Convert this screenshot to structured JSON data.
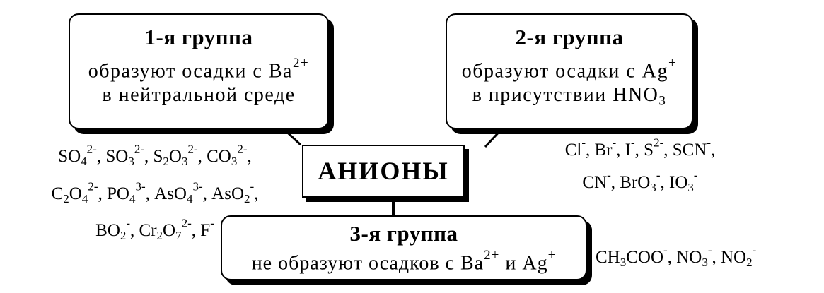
{
  "center": {
    "label": "АНИОНЫ"
  },
  "group1": {
    "title": "1-я группа",
    "line1": "образуют осадки с Ba",
    "line1_sup": "2+",
    "line2": "в нейтральной среде",
    "ions": [
      [
        [
          "SO",
          "4",
          "2-",
          ", "
        ],
        [
          "SO",
          "3",
          "2-",
          ", "
        ],
        [
          "S",
          "2",
          "",
          ""
        ],
        [
          "O",
          "3",
          "2-",
          ", "
        ],
        [
          "CO",
          "3",
          "2-",
          ","
        ]
      ],
      [
        [
          "C",
          "2",
          "",
          ""
        ],
        [
          "O",
          "4",
          "2-",
          ", "
        ],
        [
          "PO",
          "4",
          "3-",
          ", "
        ],
        [
          "AsO",
          "4",
          "3-",
          ", "
        ],
        [
          "AsO",
          "2",
          "-",
          ","
        ]
      ],
      [
        [
          "BO",
          "2",
          "-",
          ", "
        ],
        [
          "Cr",
          "2",
          "",
          ""
        ],
        [
          "O",
          "7",
          "2-",
          ", "
        ],
        [
          "F",
          "",
          "-",
          ""
        ]
      ]
    ]
  },
  "group2": {
    "title": "2-я группа",
    "line1": "образуют осадки с Ag",
    "line1_sup": "+",
    "line2": "в присутствии HNO",
    "line2_sub": "3",
    "ions": [
      [
        [
          "Cl",
          "",
          "-",
          ", "
        ],
        [
          "Br",
          "",
          "-",
          ", "
        ],
        [
          "I",
          "",
          "-",
          ", "
        ],
        [
          "S",
          "",
          "2-",
          ", "
        ],
        [
          "SCN",
          "",
          "-",
          ","
        ]
      ],
      [
        [
          "CN",
          "",
          "-",
          ", "
        ],
        [
          "BrO",
          "3",
          "-",
          ", "
        ],
        [
          "IO",
          "3",
          "-",
          ""
        ]
      ]
    ]
  },
  "group3": {
    "title": "3-я группа",
    "line_a": "не образуют осадков с Ba",
    "line_a_sup": "2+",
    "line_b": " и Ag",
    "line_b_sup": "+",
    "ions": [
      [
        [
          "CH",
          "3",
          "",
          ""
        ],
        [
          "COO",
          "",
          "-",
          ", "
        ],
        [
          "NO",
          "3",
          "-",
          ", "
        ],
        [
          "NO",
          "2",
          "-",
          ""
        ]
      ]
    ]
  }
}
